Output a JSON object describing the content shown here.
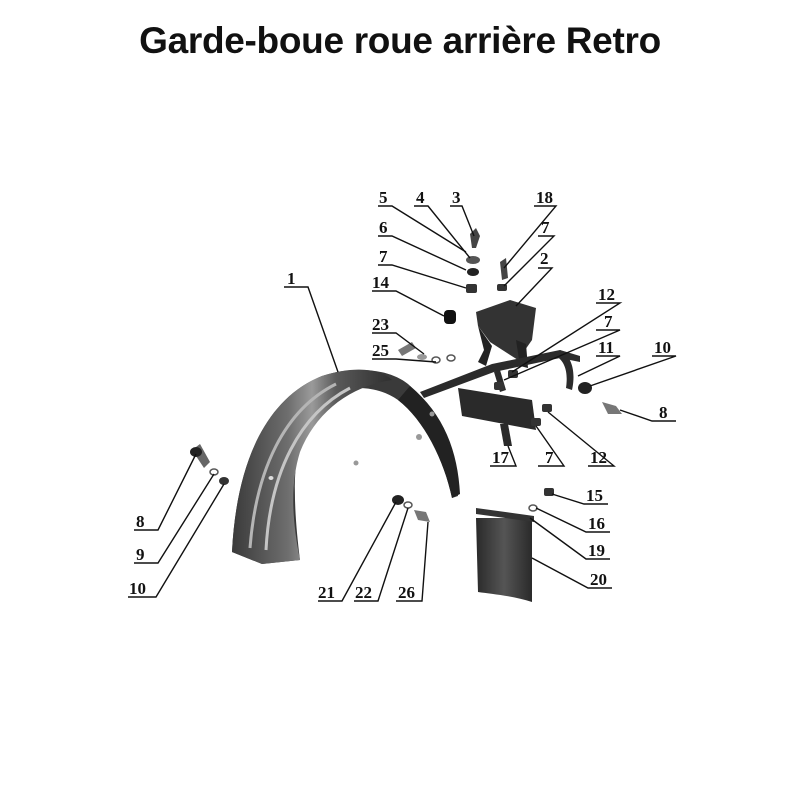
{
  "title": "Garde-boue roue arrière Retro",
  "colors": {
    "part_dark": "#2b2b2b",
    "part_mid": "#555555",
    "part_light": "#8a8a8a",
    "line": "#111111"
  },
  "callouts": [
    {
      "id": "1",
      "text": "1"
    },
    {
      "id": "2",
      "text": "2"
    },
    {
      "id": "3",
      "text": "3"
    },
    {
      "id": "4",
      "text": "4"
    },
    {
      "id": "5",
      "text": "5"
    },
    {
      "id": "6",
      "text": "6"
    },
    {
      "id": "7a",
      "text": "7"
    },
    {
      "id": "7b",
      "text": "7"
    },
    {
      "id": "7c",
      "text": "7"
    },
    {
      "id": "7d",
      "text": "7"
    },
    {
      "id": "8a",
      "text": "8"
    },
    {
      "id": "8b",
      "text": "8"
    },
    {
      "id": "9",
      "text": "9"
    },
    {
      "id": "10a",
      "text": "10"
    },
    {
      "id": "10b",
      "text": "10"
    },
    {
      "id": "11",
      "text": "11"
    },
    {
      "id": "12a",
      "text": "12"
    },
    {
      "id": "12b",
      "text": "12"
    },
    {
      "id": "14",
      "text": "14"
    },
    {
      "id": "15",
      "text": "15"
    },
    {
      "id": "16",
      "text": "16"
    },
    {
      "id": "17",
      "text": "17"
    },
    {
      "id": "18",
      "text": "18"
    },
    {
      "id": "19",
      "text": "19"
    },
    {
      "id": "20",
      "text": "20"
    },
    {
      "id": "21",
      "text": "21"
    },
    {
      "id": "22",
      "text": "22"
    },
    {
      "id": "23",
      "text": "23"
    },
    {
      "id": "25",
      "text": "25"
    },
    {
      "id": "26",
      "text": "26"
    }
  ]
}
